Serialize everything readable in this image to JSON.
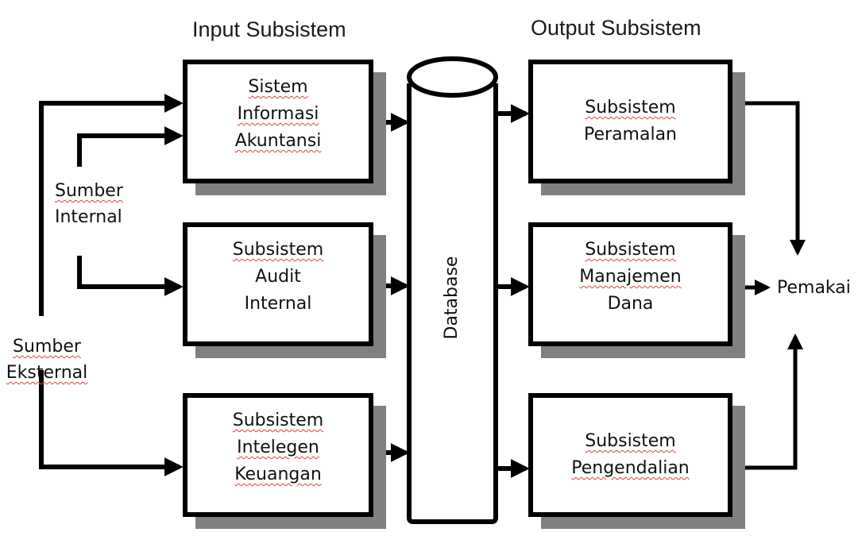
{
  "headings": {
    "input": "Input Subsistem",
    "output": "Output Subsistem"
  },
  "sources": {
    "internal": [
      "Sumber",
      "Internal"
    ],
    "external": [
      "Sumber",
      "Eksternal"
    ]
  },
  "input_boxes": [
    {
      "lines": [
        "Sistem",
        "Informasi",
        "Akuntansi"
      ],
      "spellcheck": [
        true,
        true,
        true
      ]
    },
    {
      "lines": [
        "Subsistem",
        "Audit",
        "Internal"
      ],
      "spellcheck": [
        true,
        false,
        false
      ]
    },
    {
      "lines": [
        "Subsistem",
        "Intelegen",
        "Keuangan"
      ],
      "spellcheck": [
        true,
        true,
        true
      ]
    }
  ],
  "database": {
    "label": "Database"
  },
  "output_boxes": [
    {
      "lines": [
        "Subsistem",
        "Peramalan"
      ],
      "spellcheck": [
        true,
        false
      ]
    },
    {
      "lines": [
        "Subsistem",
        "Manajemen",
        "Dana"
      ],
      "spellcheck": [
        true,
        true,
        false
      ]
    },
    {
      "lines": [
        "Subsistem",
        "Pengendalian"
      ],
      "spellcheck": [
        true,
        true
      ]
    }
  ],
  "user": {
    "label": "Pemakai"
  },
  "colors": {
    "stroke": "#000000",
    "shadow": "#808080",
    "spellcheck_underline": "#e04040"
  }
}
